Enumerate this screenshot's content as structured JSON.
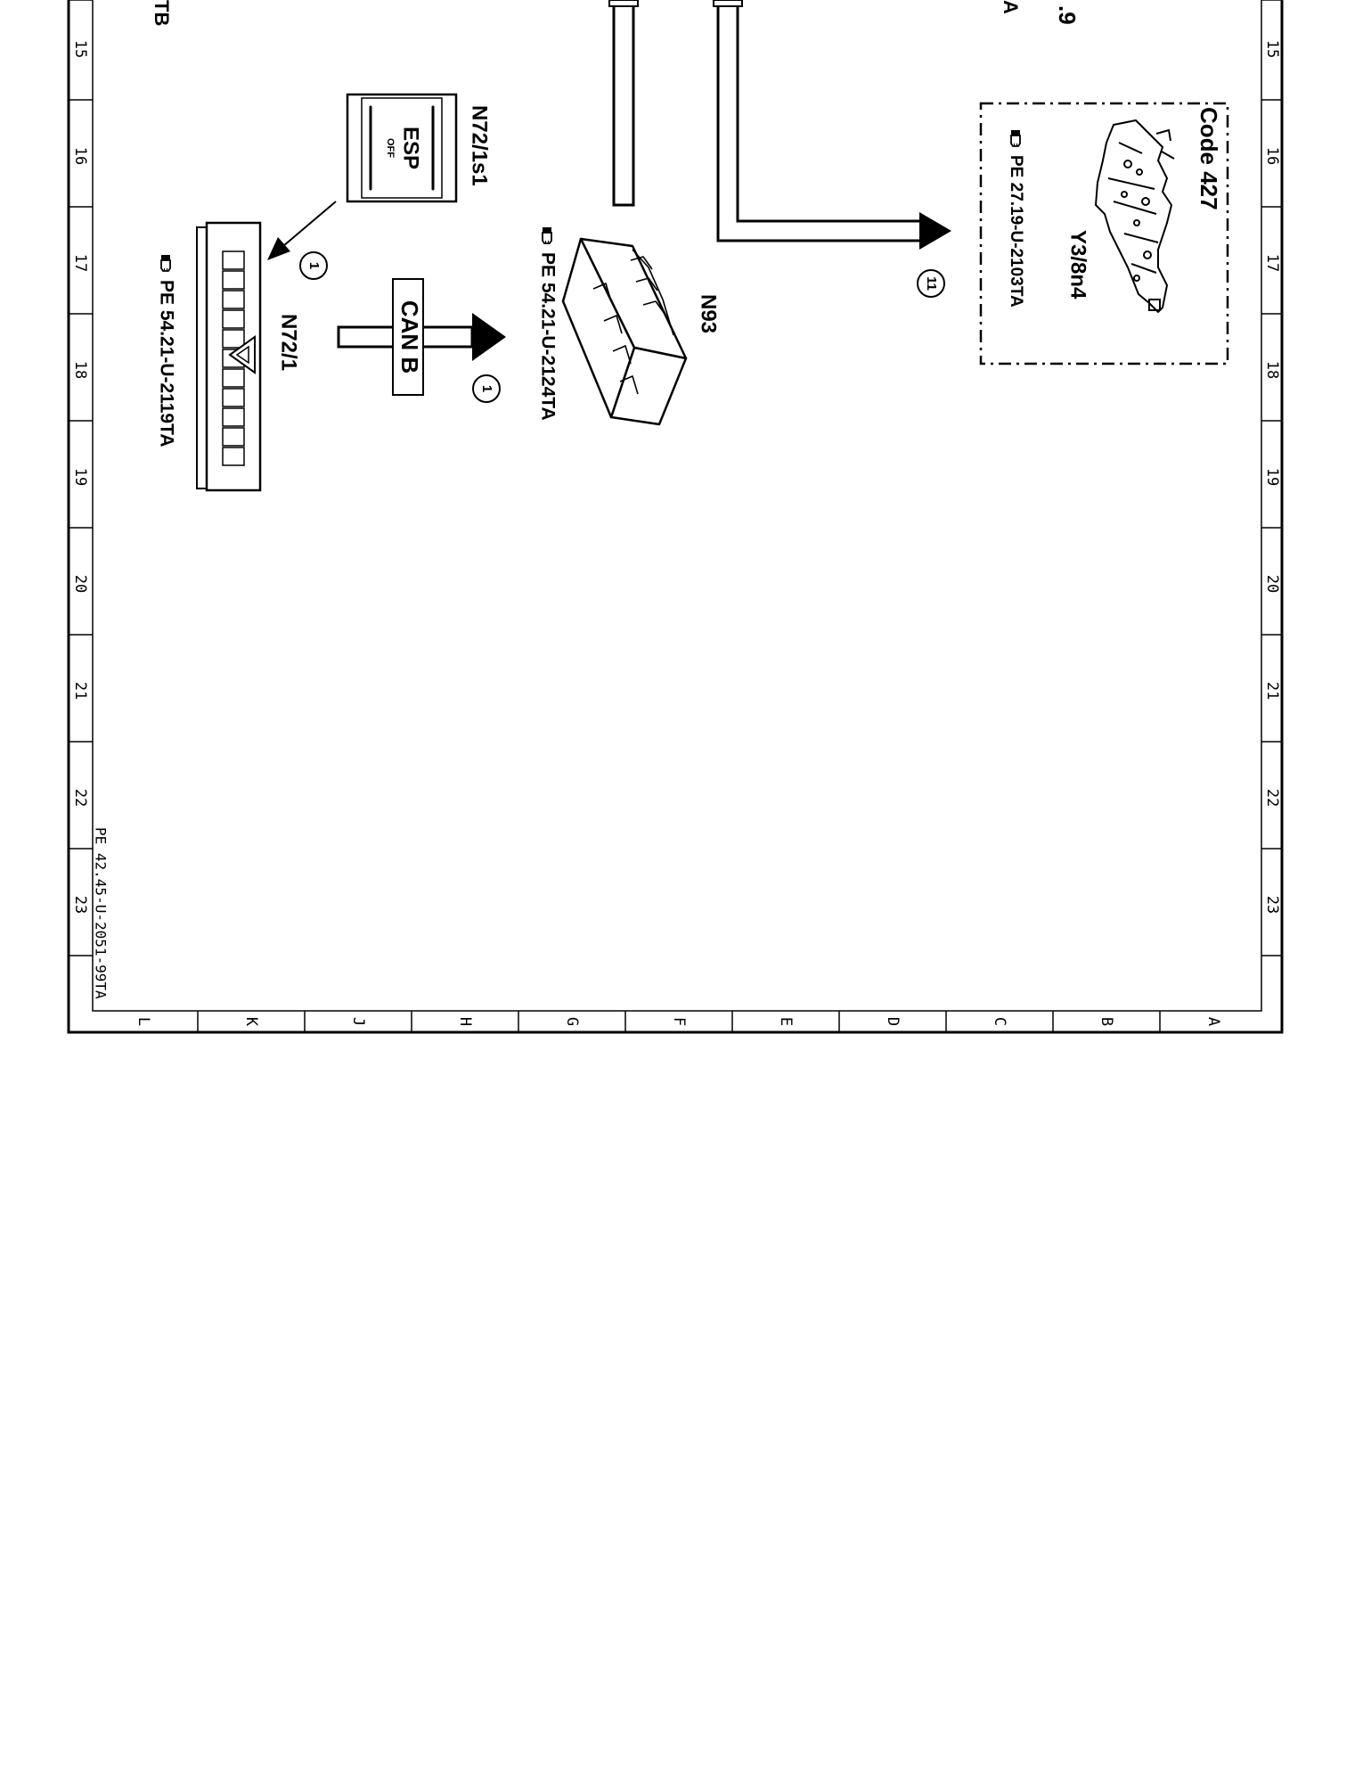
{
  "drawing": {
    "doc_number": "PE 42.45-U-2051-99TA",
    "row_numbers": [
      "15",
      "16",
      "17",
      "18",
      "19",
      "20",
      "21",
      "22",
      "23"
    ],
    "column_letters": [
      "L",
      "K",
      "J",
      "H",
      "G",
      "F",
      "E",
      "D",
      "C",
      "B",
      "A"
    ]
  },
  "clipped_labels": {
    "left": "TB",
    "right_1": ".9",
    "right_2": "A"
  },
  "components": {
    "esp_switch": {
      "ref": "N72/1s1",
      "face_main": "ESP",
      "face_sub": "OFF"
    },
    "switch_panel": {
      "ref": "N72/1",
      "doc_ref": "PE 54.21-U-2119TA"
    },
    "module": {
      "ref": "N93",
      "doc_ref": "PE 54.21-U-2124TA"
    },
    "option_box": {
      "code": "Code 427",
      "ref": "Y3/8n4",
      "doc_ref": "PE 27.19-U-2103TA"
    }
  },
  "connections": {
    "bus_label": "CAN B",
    "callout_panel": "1",
    "callout_bus": "1",
    "callout_option": "11"
  },
  "colors": {
    "line": "#000000",
    "paper": "#ffffff"
  }
}
